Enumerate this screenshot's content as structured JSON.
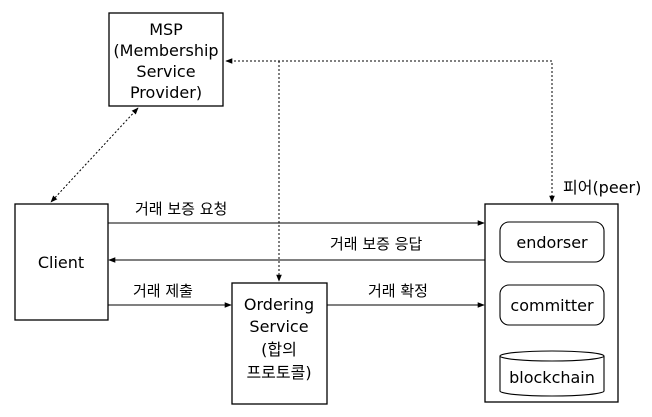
{
  "nodes": {
    "msp": {
      "lines": [
        "MSP",
        "(Membership",
        "Service",
        "Provider)"
      ]
    },
    "client": {
      "label": "Client"
    },
    "ordering": {
      "lines": [
        "Ordering",
        "Service",
        "(합의",
        "프로토콜)"
      ]
    },
    "peer": {
      "title": "피어(peer)",
      "endorser": "endorser",
      "committer": "committer",
      "blockchain": "blockchain"
    }
  },
  "edges": {
    "endorse_request": "거래 보증 요청",
    "endorse_response": "거래 보증 응답",
    "submit": "거래 제출",
    "confirm": "거래 확정"
  }
}
